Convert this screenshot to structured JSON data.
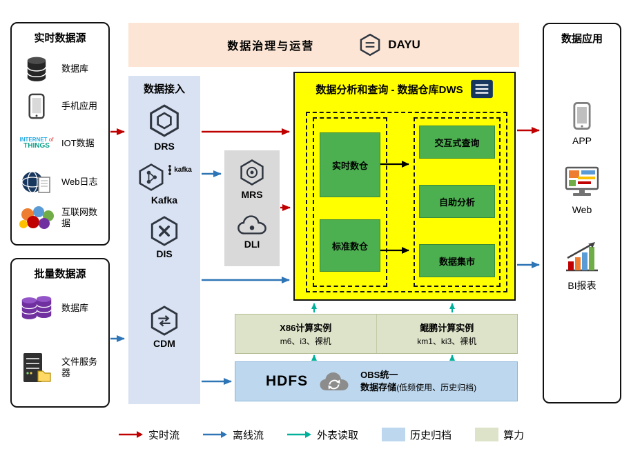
{
  "colors": {
    "realtime_flow": "#c00000",
    "offline_flow": "#2e75b6",
    "external_table_read": "#00b09b",
    "history_archive": "#bdd7ee",
    "compute_power": "#dde3c8",
    "governance_banner": "#fce5d5",
    "data_ingest_panel": "#d9e2f3",
    "middleware_panel": "#d9d9d9",
    "dws_panel": "#ffff00",
    "warehouse_box": "#4caf50"
  },
  "realtime_sources": {
    "title": "实时数据源",
    "iot_icon_words": {
      "w1": "INTERNET",
      "w2": "of",
      "w3": "THINGS"
    },
    "items": [
      {
        "label": "数据库",
        "icon": "database-icon"
      },
      {
        "label": "手机应用",
        "icon": "mobile-app-icon"
      },
      {
        "label": "IOT数据",
        "icon": "iot-icon"
      },
      {
        "label": "Web日志",
        "icon": "web-log-icon"
      },
      {
        "label": "互联网数据",
        "icon": "internet-data-icon"
      }
    ]
  },
  "batch_sources": {
    "title": "批量数据源",
    "items": [
      {
        "label": "数据库",
        "icon": "purple-database-icon"
      },
      {
        "label": "文件服务器",
        "icon": "file-server-icon"
      }
    ]
  },
  "governance": {
    "title": "数据治理与运营",
    "product": "DAYU"
  },
  "ingest": {
    "title": "数据接入",
    "nodes": [
      {
        "label": "DRS"
      },
      {
        "label": "Kafka",
        "logo": "kafka"
      },
      {
        "label": "DIS"
      },
      {
        "label": "CDM"
      }
    ]
  },
  "middleware": {
    "nodes": [
      {
        "label": "MRS"
      },
      {
        "label": "DLI"
      }
    ]
  },
  "dws": {
    "title": "数据分析和查询 - 数据仓库DWS",
    "warehouses": [
      {
        "label": "实时数仓"
      },
      {
        "label": "标准数仓"
      }
    ],
    "services": [
      {
        "label": "交互式查询"
      },
      {
        "label": "自助分析"
      },
      {
        "label": "数据集市"
      }
    ]
  },
  "compute": {
    "cells": [
      {
        "title": "X86计算实例",
        "subtitle": "m6、i3、裸机"
      },
      {
        "title": "鲲鹏计算实例",
        "subtitle": "km1、ki3、裸机"
      }
    ]
  },
  "storage": {
    "hdfs": "HDFS",
    "obs_line1": "OBS统一",
    "obs_line2": "数据存储",
    "obs_note": "(低频使用、历史归档)"
  },
  "applications": {
    "title": "数据应用",
    "items": [
      {
        "label": "APP",
        "icon": "app-phone-icon"
      },
      {
        "label": "Web",
        "icon": "web-monitor-icon"
      },
      {
        "label": "BI报表",
        "icon": "bi-report-icon"
      }
    ]
  },
  "legend": {
    "items": [
      {
        "label": "实时流",
        "type": "arrow",
        "color": "#c00000"
      },
      {
        "label": "离线流",
        "type": "arrow",
        "color": "#2e75b6"
      },
      {
        "label": "外表读取",
        "type": "arrow",
        "color": "#00b09b"
      },
      {
        "label": "历史归档",
        "type": "swatch",
        "color": "#bdd7ee"
      },
      {
        "label": "算力",
        "type": "swatch",
        "color": "#dde3c8"
      }
    ]
  }
}
